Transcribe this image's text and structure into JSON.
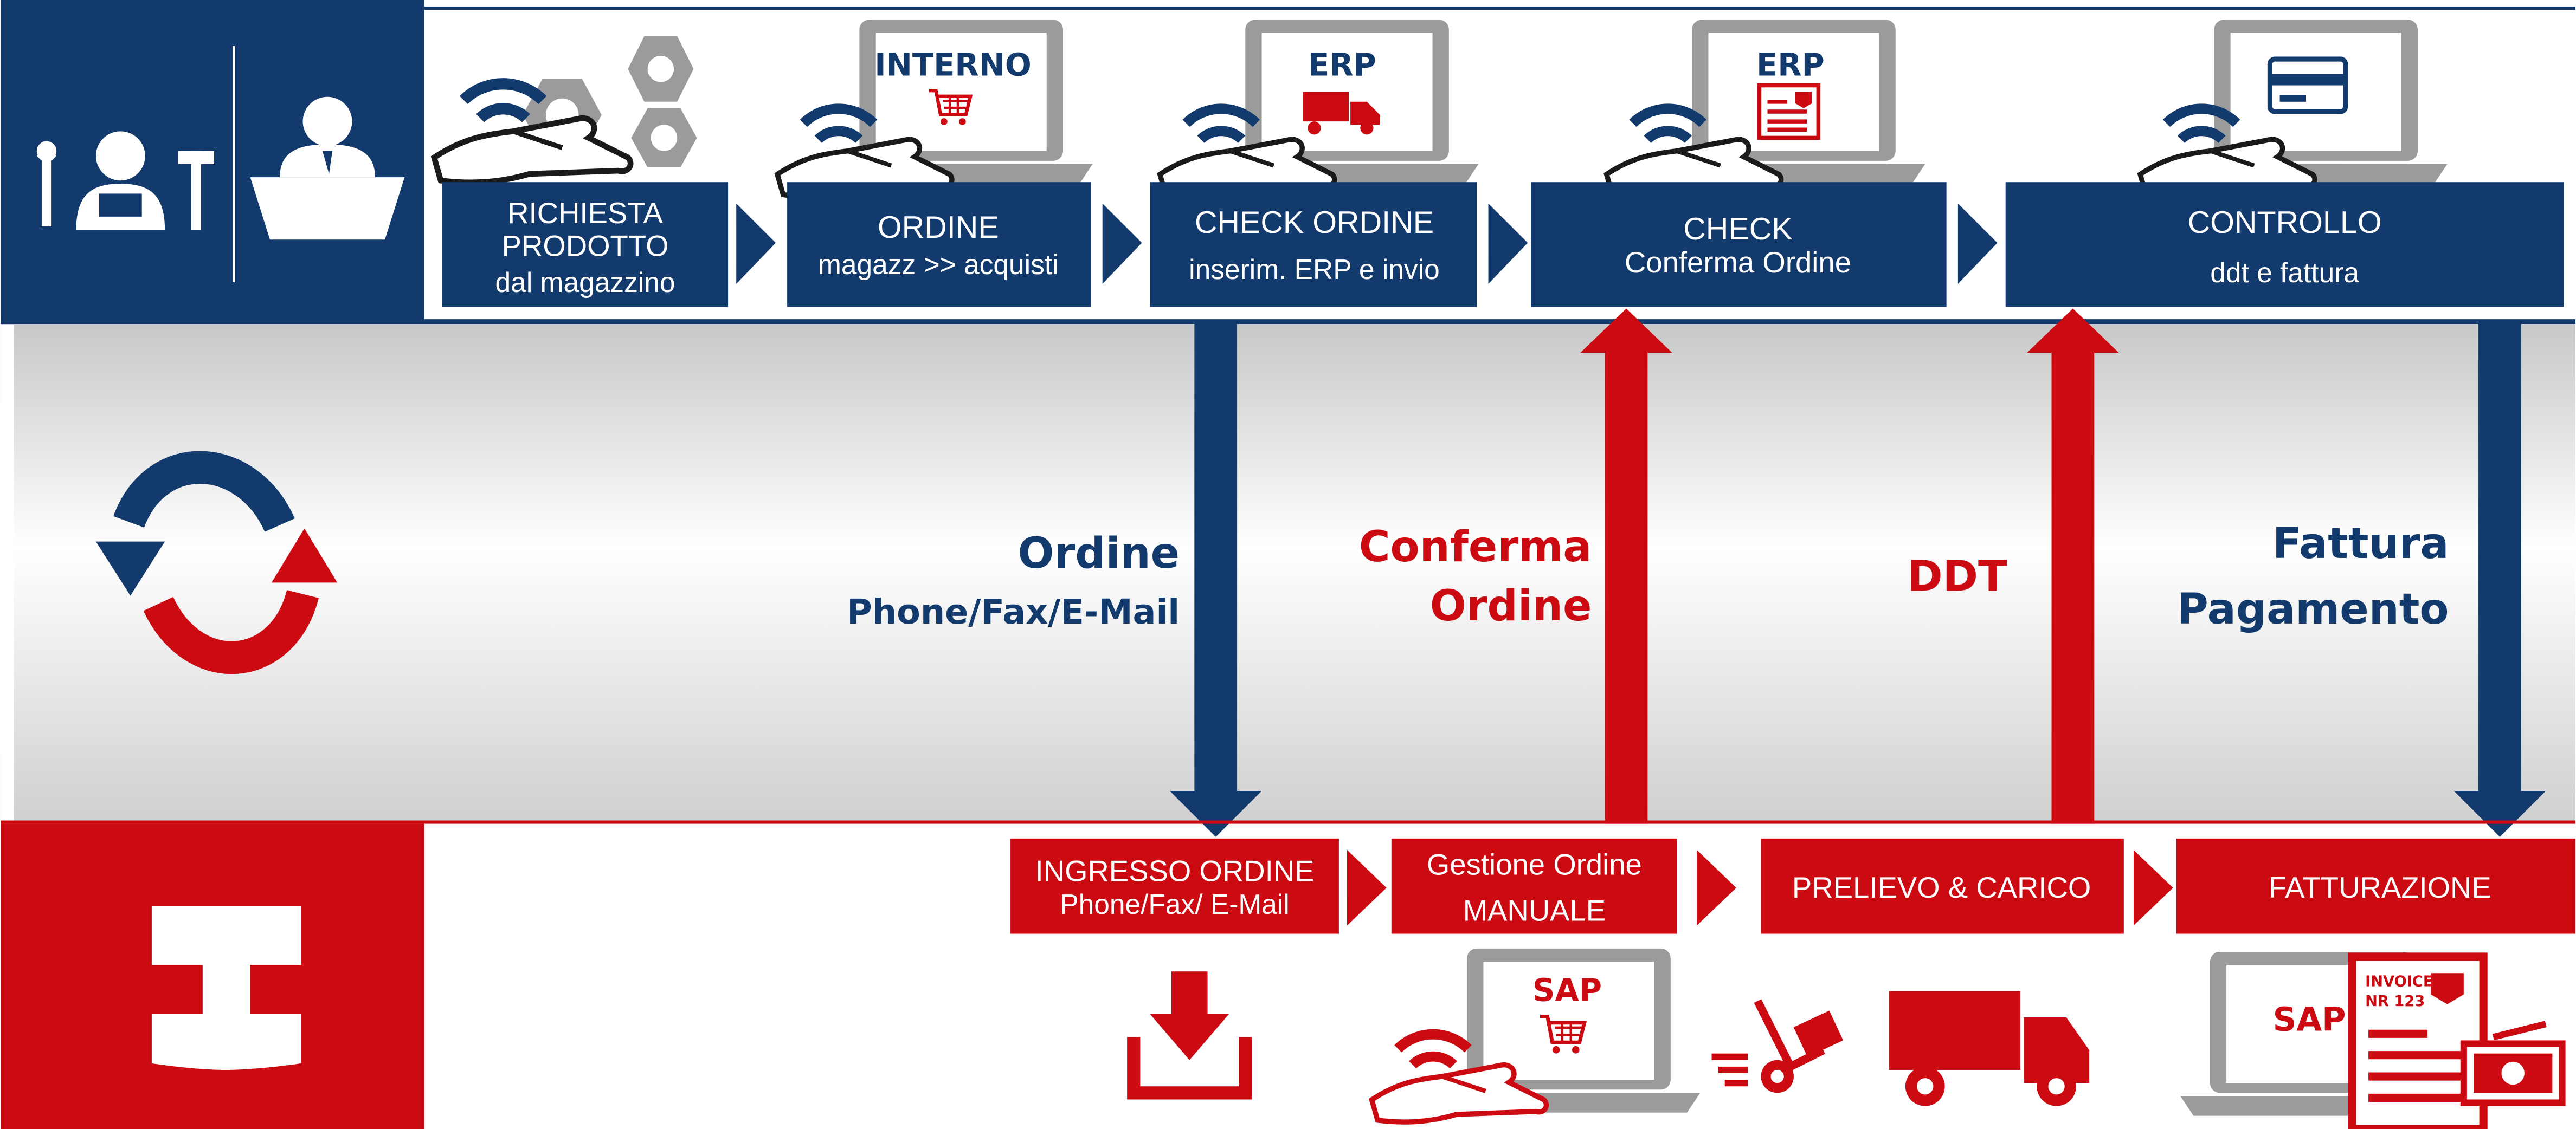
{
  "colors": {
    "navy": "#123a6c",
    "red": "#cc0a12",
    "gray": "#9b9b9b"
  },
  "top_steps": [
    {
      "line1": "RICHIESTA",
      "line2": "PRODOTTO",
      "line3": "dal magazzino"
    },
    {
      "line1": "ORDINE",
      "line2": "magazz >> acquisti"
    },
    {
      "line1": "CHECK ORDINE",
      "line2": "inserim. ERP e invio"
    },
    {
      "line1": "CHECK",
      "line2": "Conferma Ordine"
    },
    {
      "line1": "CONTROLLO",
      "line2": "ddt e fattura"
    }
  ],
  "laptop_tags": {
    "interno": "INTERNO",
    "erp1": "ERP",
    "erp2": "ERP",
    "sap1": "SAP",
    "sap2": "SAP"
  },
  "invoice_doc": {
    "title": "INVOICE",
    "number": "NR 123"
  },
  "flows": {
    "ordine": {
      "line1": "Ordine",
      "line2": "Phone/Fax/E-Mail"
    },
    "conferma": {
      "line1": "Conferma",
      "line2": "Ordine"
    },
    "ddt": {
      "line1": "DDT"
    },
    "fattura": {
      "line1": "Fattura",
      "line2": "Pagamento"
    }
  },
  "bottom_steps": [
    {
      "line1": "INGRESSO ORDINE",
      "line2": "Phone/Fax/ E-Mail"
    },
    {
      "line1": "Gestione Ordine",
      "line2": "MANUALE"
    },
    {
      "line1": "PRELIEVO & CARICO"
    },
    {
      "line1": "FATTURAZIONE"
    }
  ],
  "icons": [
    "worker-icon",
    "clerk-icon",
    "gears-icon",
    "cart-icon",
    "truck-icon",
    "invoice-icon",
    "credit-card-icon",
    "sync-icon",
    "brand-logo-icon",
    "download-icon",
    "hand-truck-icon",
    "money-icon"
  ]
}
